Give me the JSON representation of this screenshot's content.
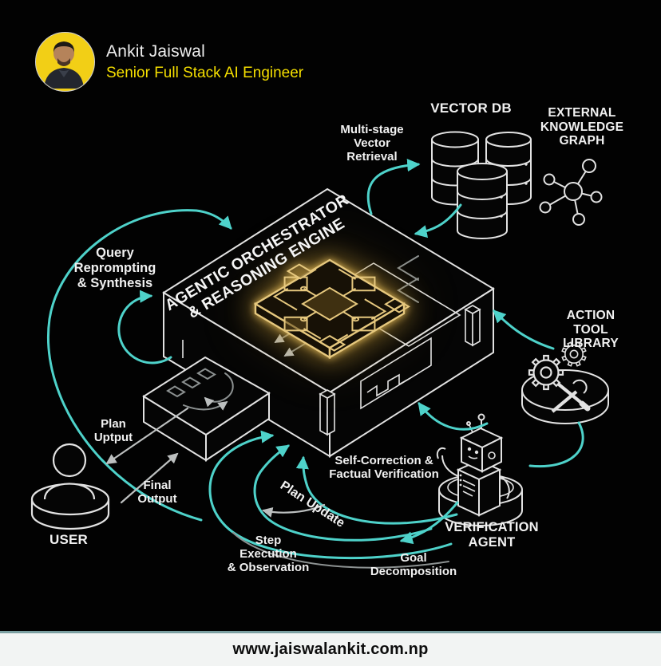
{
  "header": {
    "name": "Ankit Jaiswal",
    "role": "Senior Full Stack AI Engineer"
  },
  "footer": {
    "website": "www.jaiswalankit.com.np"
  },
  "diagram": {
    "center": {
      "title": "AGENTIC ORCHESTRATOR\n& REASONING ENGINE"
    },
    "nodes": {
      "vector_db": "VECTOR DB",
      "external_kg": "EXTERNAL\nKNOWLEDGE\nGRAPH",
      "action_tool": "ACTION TOOL\nLIBRARY",
      "verification_agent": "VERIFICATION\nAGENT",
      "user": "USER"
    },
    "labels": {
      "multi_stage": "Multi-stage\nVector\nRetrieval",
      "query_reprompt": "Query\nReprompting\n& Synthesis",
      "plan_uptput": "Plan\nUptput",
      "final_output": "Final\nOutput",
      "self_correction": "Self-Correction &\nFactual Verification",
      "plan_update": "Plan Update",
      "goal_decomp": "Goal\nDecomposition",
      "step_exec": "Step\nExecution\n& Observation"
    },
    "icons": {
      "vector_db": "database-cylinders-icon",
      "external_kg": "network-graph-icon",
      "action_tool": "gears-and-tools-icon",
      "verification_agent": "robot-icon",
      "user": "person-icon",
      "center": "glowing-chip-icon",
      "planner_module": "workflow-box-icon"
    }
  },
  "colors": {
    "teal": "#4ed2ca",
    "gold": "#e6c87e",
    "yellow": "#f5df00",
    "avatar_bg": "#f2cf16",
    "line": "#e2e2e2",
    "gray": "#bcbfbf",
    "dgray": "#8c9191",
    "footer_bg": "#f2f4f3",
    "footer_border": "#7b9fa1"
  }
}
